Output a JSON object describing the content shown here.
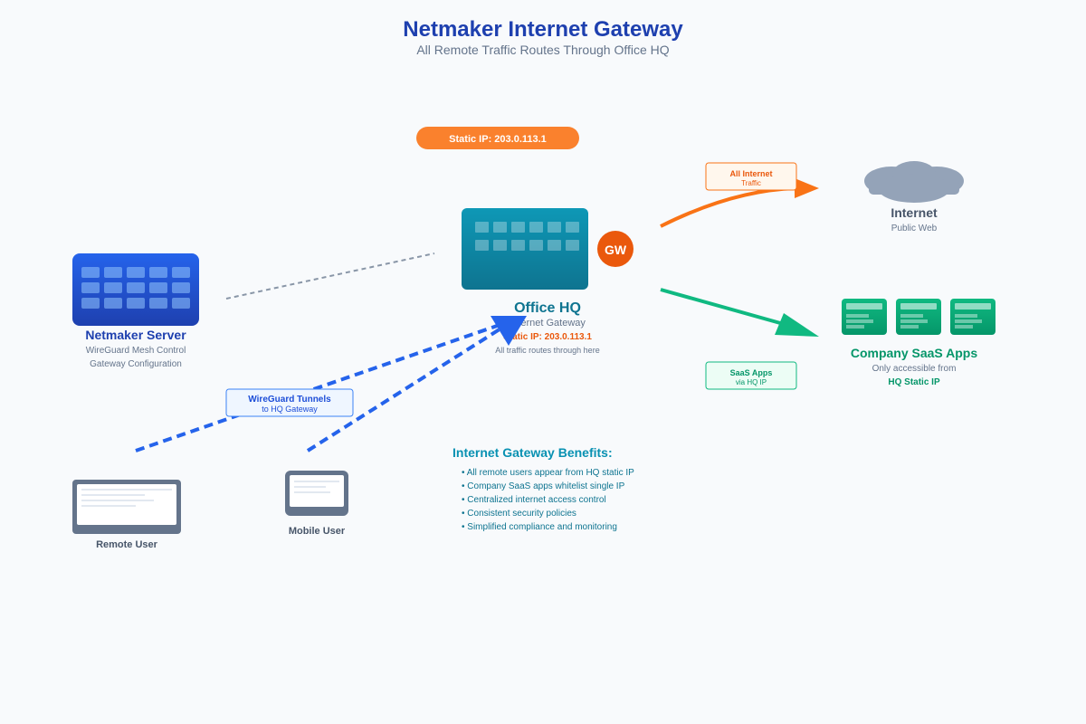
{
  "title": "Netmaker Internet Gateway",
  "subtitle": "All Remote Traffic Routes Through Office HQ",
  "static_ip_pill": "Static IP: 203.0.113.1",
  "server": {
    "name": "Netmaker Server",
    "line1": "WireGuard Mesh Control",
    "line2": "Gateway Configuration"
  },
  "hq": {
    "name": "Office HQ",
    "role": "Internet Gateway",
    "ip": "Static IP: 203.0.113.1",
    "note": "All traffic routes through here",
    "badge": "GW"
  },
  "internet": {
    "name": "Internet",
    "sub": "Public Web"
  },
  "saas": {
    "name": "Company SaaS Apps",
    "sub": "Only accessible from",
    "sub2": "HQ Static IP"
  },
  "labels": {
    "internet_traffic": {
      "line1": "All Internet",
      "line2": "Traffic"
    },
    "saas_traffic": {
      "line1": "SaaS Apps",
      "line2": "via HQ IP"
    },
    "tunnels": {
      "line1": "WireGuard Tunnels",
      "line2": "to HQ Gateway"
    }
  },
  "clients": {
    "remote": "Remote User",
    "mobile": "Mobile User"
  },
  "benefits": {
    "title": "Internet Gateway Benefits:",
    "items": [
      "• All remote users appear from HQ static IP",
      "• Company SaaS apps whitelist single IP",
      "• Centralized internet access control",
      "• Consistent security policies",
      "• Simplified compliance and monitoring"
    ]
  },
  "colors": {
    "title": "#1e40af",
    "orange": "#f97316",
    "green": "#10b981",
    "blue": "#2563eb",
    "teal": "#0891b2",
    "gray": "#64748b"
  }
}
